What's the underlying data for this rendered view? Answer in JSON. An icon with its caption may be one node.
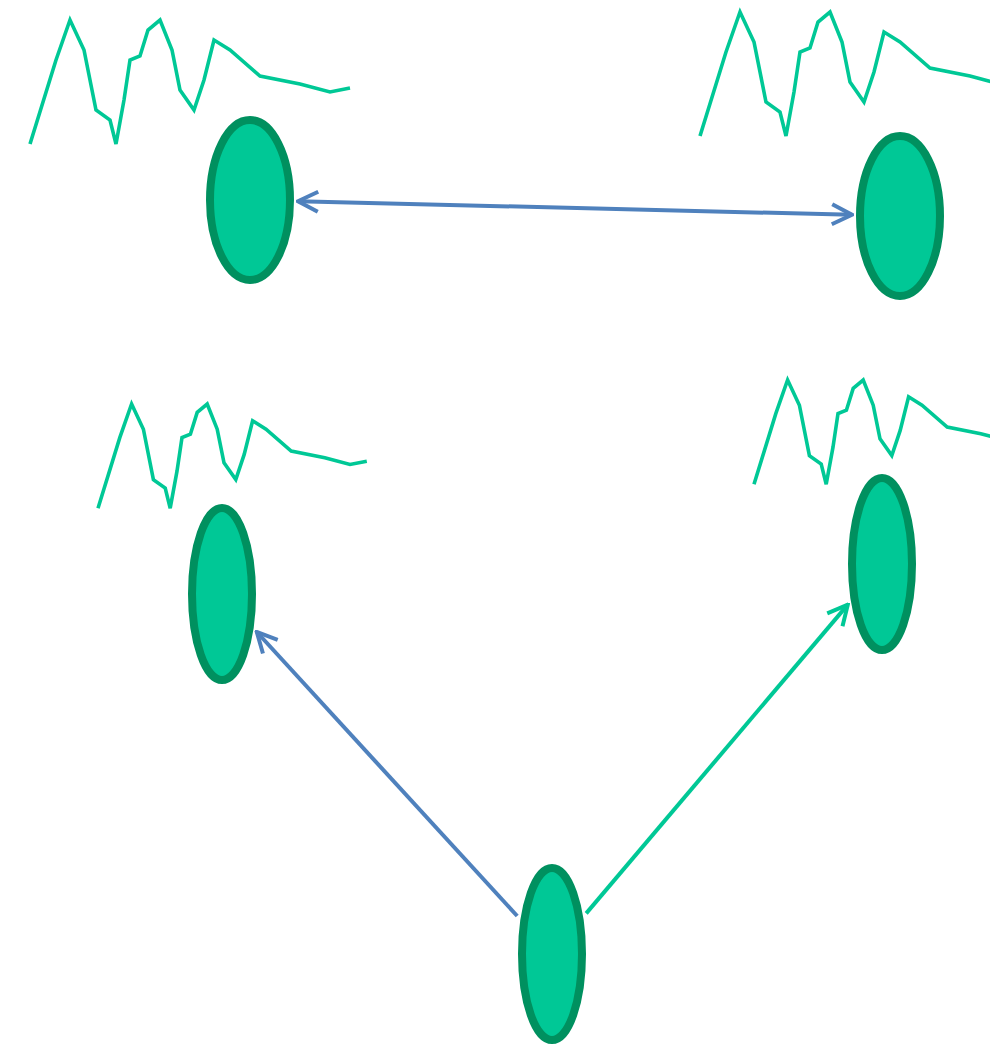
{
  "diagram": {
    "nodes": [
      {
        "text": [],
        "shape": "ellipse"
      },
      {
        "text": [],
        "shape": "ellipse"
      },
      {
        "text": [],
        "shape": "ellipse"
      },
      {
        "text": [],
        "shape": "ellipse"
      },
      {
        "text": [],
        "shape": "ellipse"
      }
    ],
    "edges": [
      {
        "from": 0,
        "to": 1,
        "arrow": "both"
      },
      {
        "from": 4,
        "to": 2,
        "arrow": "to"
      },
      {
        "from": 4,
        "to": 3,
        "arrow": "to",
        "color": "#00c896"
      }
    ]
  }
}
